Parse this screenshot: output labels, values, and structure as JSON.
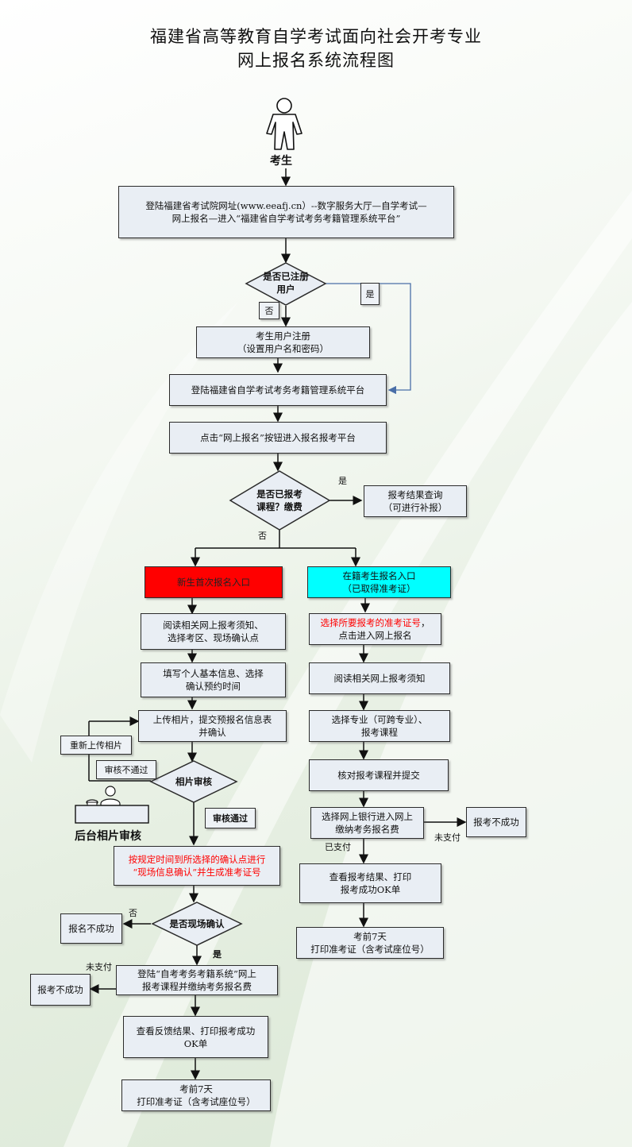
{
  "title": {
    "line1": "福建省高等教育自学考试面向社会开考专业",
    "line2": "网上报名系统流程图"
  },
  "actor": {
    "label": "考生"
  },
  "steps": {
    "login_site": "登陆福建省考试院网址(www.eeafj.cn）--数字服务大厅—自学考试—\n网上报名—进入“福建省自学考试考务考籍管理系统平台”",
    "register": "考生用户注册\n（设置用户名和密码）",
    "login_platform": "登陆福建省自学考试考务考籍管理系统平台",
    "click_online": "点击“网上报名”按钮进入报名报考平台",
    "result_query": "报考结果查询\n（可进行补报）",
    "new_entry": "新生首次报名入口",
    "enrolled_entry": "在籍考生报名入口\n（已取得准考证）",
    "read_notice_new": "阅读相关网上报考须知、\n选择考区、现场确认点",
    "fill_info": "填写个人基本信息、选择\n确认预约时间",
    "upload_photo": "上传相片，提交预报名信息表\n并确认",
    "onsite_confirm": "按规定时间到所选择的确认点进行\n“现场信息确认”并生成准考证号",
    "fail_register": "报名不成功",
    "login_pay": "登陆“自考考务考籍系统”网上\n报考课程并缴纳考务报名费",
    "fail_left": "报考不成功",
    "view_feedback": "查看反馈结果、打印报考成功\nOK单",
    "print_left": "考前7天\n打印准考证（含考试座位号）",
    "choose_ticket_red": "选择所要报考的准考证号",
    "choose_ticket_rest": "，\n点击进入网上报名",
    "read_notice": "阅读相关网上报考须知",
    "choose_major": "选择专业（可跨专业）、\n报考课程",
    "verify_submit": "核对报考课程并提交",
    "bank_pay": "选择网上银行进入网上\n缴纳考务报名费",
    "fail_right": "报考不成功",
    "view_result": "查看报考结果、打印\n报考成功OK单",
    "print_right": "考前7天\n打印准考证（含考试座位号）"
  },
  "decisions": {
    "registered": "是否已注册\n用户",
    "applied": "是否已报考\n课程？缴费",
    "photo_review": "相片审核",
    "onsite": "是否现场确认"
  },
  "labels": {
    "yes_registered": "是",
    "no_registered": "否",
    "yes_applied": "是",
    "no_applied": "否",
    "reupload": "重新上传相片",
    "review_fail": "审核不通过",
    "review_pass": "审核通过",
    "backend_review": "后台相片审核",
    "no_onsite": "否",
    "yes_onsite": "是",
    "unpaid_left": "未支付",
    "unpaid_right": "未支付",
    "paid": "已支付"
  },
  "colors": {
    "new_entry": "#ff0000",
    "enrolled_entry": "#00ffff",
    "highlight_text": "#ff0000",
    "connector_loop": "#5b7fb8"
  },
  "icons": [
    "person-icon",
    "operator-desk-icon"
  ]
}
